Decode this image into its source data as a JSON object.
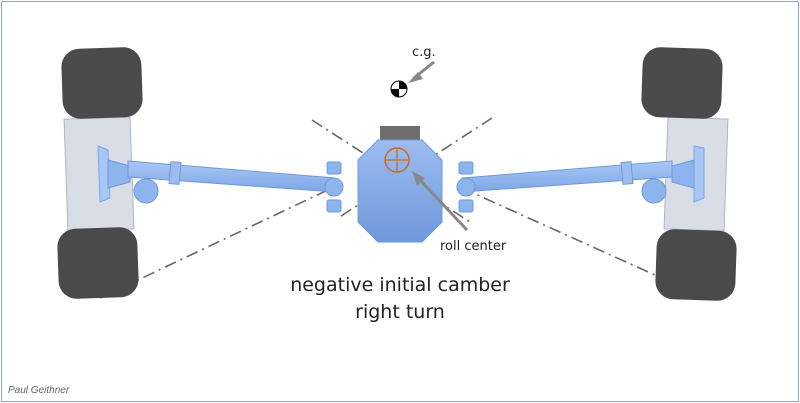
{
  "labels": {
    "cg": "c.g.",
    "roll_center": "roll center",
    "caption_line1": "negative initial camber",
    "caption_line2": "right turn"
  },
  "credit": "Paul Geithner",
  "colors": {
    "axle_blue": "#8eb4ee",
    "axle_stroke": "#6f9ad8",
    "tire": "#4a4a4a",
    "upright": "#d9dde6",
    "roll_center": "#d2691e",
    "dash_lines": "#666666",
    "pointer": "#888888"
  },
  "icons": {
    "cg": "center-of-gravity-icon",
    "roll_center": "roll-center-marker-icon"
  }
}
